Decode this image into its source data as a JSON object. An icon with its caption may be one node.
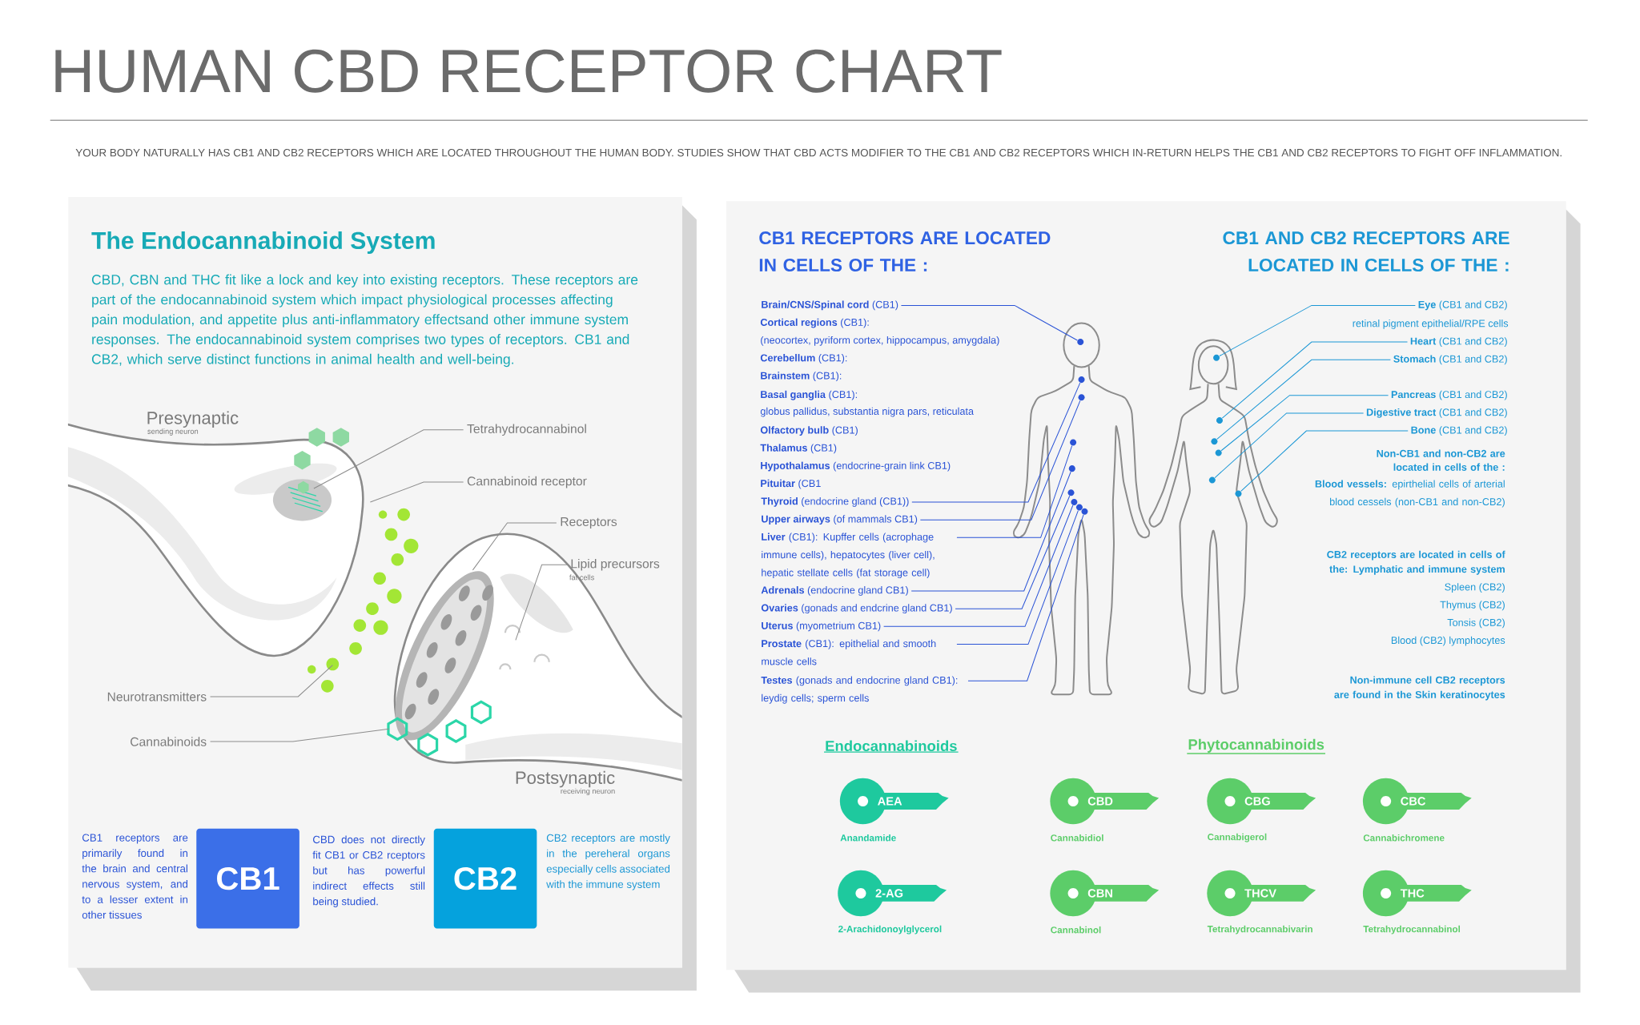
{
  "diagram": {
    "title": "HUMAN CBD RECEPTOR CHART",
    "nodes": [
      {
        "text": [
          "The Endocannabinoid System",
          "CBD, CBN and THC fit like a lock and key into existing receptors. These receptors are part of the endocannabinoid system which impact physiological processes affecting pain modulation, and appetite plus anti-inflammatory effectsand other immune system responses. The endocannabinoid system comprises two types of receptors. CB1 and CB2, which serve distinct functions in animal health and well-being."
        ]
      },
      {
        "text": [
          "Tetrahydrocannabinol"
        ],
        "in": 0
      },
      {
        "text": [
          "Cannabinoid receptor"
        ],
        "in": 0
      },
      {
        "text": [
          "Receptors"
        ],
        "in": 0
      },
      {
        "text": [
          "Lipid precursors"
        ],
        "beside": [
          "fat cells"
        ],
        "in": 0
      },
      {
        "text": [
          "Neurotransmitters"
        ],
        "in": 0
      },
      {
        "text": [
          "Cannabinoids"
        ],
        "in": 0
      },
      {
        "text": [
          "CB1"
        ],
        "beside": [
          "CB1 receptors are primarily found in the brain and central nervous system, and to a lesser extent in other tissues"
        ],
        "in": 0
      },
      {
        "text": [
          "CB2"
        ],
        "beside": [
          "CB2 receptors are mostly in the pereheral organs especially cells associated with the immune system"
        ],
        "in": 0
      },
      {
        "text": [
          "CB1 RECEPTORS ARE LOCATED IN CELLS OF THE :",
          "CB1 AND CB2 RECEPTORS ARE LOCATED IN CELLS OF THE :"
        ]
      },
      {
        "text": [
          "**Brain/CNS/Spinal cord** (CB1)"
        ],
        "in": 9
      },
      {
        "text": [
          "**Thyroid** (endocrine gland (CB1))"
        ],
        "in": 9
      },
      {
        "text": [
          "**Upper airways** (of mammals CB1)"
        ],
        "in": 9
      },
      {
        "text": [
          "**Liver** (CB1): Kupffer cells (acrophage immune cells), hepatocytes (liver cell), hepatic stellate cells (fat storage cell)"
        ],
        "in": 9
      },
      {
        "text": [
          "**Adrenals** (endocrine gland CB1)"
        ],
        "in": 9
      },
      {
        "text": [
          "**Ovaries** (gonads and endcrine gland CB1)"
        ],
        "in": 9
      },
      {
        "text": [
          "**Uterus** (myometrium CB1)"
        ],
        "in": 9
      },
      {
        "text": [
          "**Prostate** (CB1): epithelial and smooth muscle cells"
        ],
        "in": 9
      },
      {
        "text": [
          "**Testes** (gonads and endocrine gland CB1): leydig cells; sperm cells"
        ],
        "in": 9
      },
      {
        "text": [],
        "shape": "circle",
        "in": 9
      },
      {
        "text": [],
        "shape": "circle",
        "in": 9
      },
      {
        "text": [],
        "shape": "circle",
        "in": 9
      },
      {
        "text": [],
        "shape": "circle",
        "in": 9
      },
      {
        "text": [],
        "shape": "circle",
        "in": 9
      },
      {
        "text": [],
        "shape": "circle",
        "in": 9
      },
      {
        "text": [],
        "shape": "circle",
        "in": 9
      },
      {
        "text": [],
        "shape": "circle",
        "in": 9
      },
      {
        "text": [],
        "shape": "circle",
        "in": 9
      },
      {
        "text": [
          "**Eye** (CB1 and CB2)"
        ],
        "in": 9
      },
      {
        "text": [
          "**Heart** (CB1 and CB2)"
        ],
        "in": 9
      },
      {
        "text": [
          "**Stomach** (CB1 and CB2)"
        ],
        "in": 9
      },
      {
        "text": [
          "**Pancreas** (CB1 and CB2)"
        ],
        "in": 9
      },
      {
        "text": [
          "**Digestive tract** (CB1 and CB2)"
        ],
        "in": 9
      },
      {
        "text": [
          "**Bone** (CB1 and CB2)"
        ],
        "in": 9
      },
      {
        "text": [],
        "shape": "circle",
        "in": 9
      },
      {
        "text": [],
        "shape": "circle",
        "in": 9
      },
      {
        "text": [],
        "shape": "circle",
        "in": 9
      },
      {
        "text": [],
        "shape": "circle",
        "in": 9
      },
      {
        "text": [],
        "shape": "circle",
        "in": 9
      },
      {
        "text": [],
        "shape": "circle",
        "in": 9
      },
      {
        "text": [
          "AEA"
        ],
        "beside": [
          "Anandamide"
        ],
        "in": 9
      },
      {
        "text": [
          "CBD"
        ],
        "beside": [
          "Cannabidiol"
        ],
        "in": 9
      },
      {
        "text": [
          "CBG"
        ],
        "beside": [
          "Cannabigerol"
        ],
        "in": 9
      },
      {
        "text": [
          "CBC"
        ],
        "beside": [
          "Cannabichromene"
        ],
        "in": 9
      },
      {
        "text": [
          "2-AG"
        ],
        "beside": [
          "2-Arachidonoylglycerol"
        ],
        "in": 9
      },
      {
        "text": [
          "CBN"
        ],
        "beside": [
          "Cannabinol"
        ],
        "in": 9
      },
      {
        "text": [
          "THCV"
        ],
        "beside": [
          "Tetrahydrocannabivarin"
        ],
        "in": 9
      },
      {
        "text": [
          "THC"
        ],
        "beside": [
          "Tetrahydrocannabinol"
        ],
        "in": 9
      }
    ],
    "edges": [
      {
        "from": 1,
        "to": null,
        "arrow": "none",
        "color": "#8c8c8c"
      },
      {
        "from": 2,
        "to": null,
        "arrow": "none",
        "color": "#8c8c8c"
      },
      {
        "from": 3,
        "to": null,
        "arrow": "none",
        "color": "#8c8c8c"
      },
      {
        "from": 4,
        "to": null,
        "arrow": "none",
        "color": "#8c8c8c"
      },
      {
        "from": 5,
        "to": null,
        "arrow": "none",
        "color": "#8c8c8c"
      },
      {
        "from": 6,
        "to": null,
        "arrow": "none",
        "color": "#8c8c8c"
      },
      {
        "from": 10,
        "to": 19,
        "arrow": "none"
      },
      {
        "from": 11,
        "to": 20,
        "arrow": "none"
      },
      {
        "from": 12,
        "to": 21,
        "arrow": "none"
      },
      {
        "from": 13,
        "to": 22,
        "arrow": "none"
      },
      {
        "from": 14,
        "to": 23,
        "arrow": "none"
      },
      {
        "from": 15,
        "to": 24,
        "arrow": "none"
      },
      {
        "from": 16,
        "to": 25,
        "arrow": "none"
      },
      {
        "from": 17,
        "to": 26,
        "arrow": "none"
      },
      {
        "from": 18,
        "to": 27,
        "arrow": "none"
      },
      {
        "from": 28,
        "to": 34,
        "arrow": "none",
        "color": "#1b97d5"
      },
      {
        "from": 29,
        "to": 35,
        "arrow": "none",
        "color": "#1b97d5"
      },
      {
        "from": 30,
        "to": 36,
        "arrow": "none",
        "color": "#1b97d5"
      },
      {
        "from": 31,
        "to": 37,
        "arrow": "none",
        "color": "#1b97d5"
      },
      {
        "from": 32,
        "to": 38,
        "arrow": "none",
        "color": "#1b97d5"
      },
      {
        "from": 33,
        "to": 39,
        "arrow": "none",
        "color": "#1b97d5"
      }
    ],
    "labels": [
      "YOUR BODY NATURALLY HAS CB1 AND CB2 RECEPTORS WHICH ARE LOCATED THROUGHOUT THE HUMAN BODY. STUDIES SHOW THAT CBD ACTS MODIFIER TO THE CB1 AND CB2 RECEPTORS WHICH IN-RETURN HELPS THE CB1 AND CB2 RECEPTORS TO FIGHT OFF INFLAMMATION.",
      "Presynaptic",
      "sending neuron",
      "Postsynaptic",
      "receiving neuron",
      "CBD does not directly fit CB1 or CB2 rceptors but has powerful indirect effects still being studied.",
      "**Cortical regions** (CB1):",
      "(neocortex, pyriform cortex, hippocampus, amygdala)",
      "**Cerebellum** (CB1):",
      "**Brainstem** (CB1):",
      "**Basal ganglia** (CB1):",
      "globus pallidus, substantia nigra pars, reticulata",
      "**Olfactory bulb** (CB1)",
      "**Thalamus** (CB1)",
      "**Hypothalamus** (endocrine-grain link CB1)",
      "**Pituitar** (CB1",
      "retinal pigment epithelial/RPE cells",
      "Non-CB1 and non-CB2 are located in cells of the :",
      "**Blood vessels:** epirthelial cells of arterial blood cessels (non-CB1 and non-CB2)",
      "CB2 receptors are located in cells of the: Lymphatic and immune system",
      "Spleen (CB2)",
      "Thymus (CB2)",
      "Tonsis (CB2)",
      "Blood (CB2) lymphocytes",
      "**Non-immune cell CB2 receptors are found in the Skin** keratinocytes",
      "Endocannabinoids",
      "Phytocannabinoids"
    ]
  }
}
